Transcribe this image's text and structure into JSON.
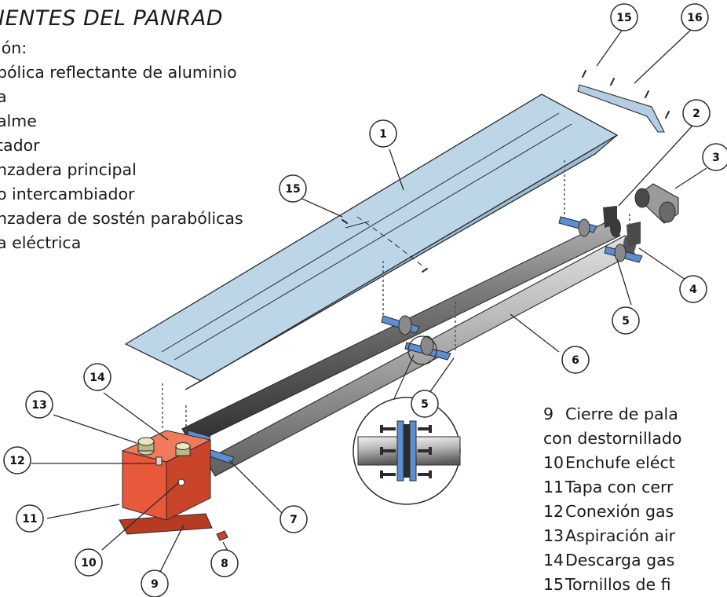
{
  "title": "ONENTES DEL PANRAD",
  "legend_left": [
    "ión:",
    "bólica reflectante de aluminio",
    "a",
    "alme",
    "tador",
    "nzadera principal",
    "o intercambiador",
    "nzadera de sostén parabólicas",
    "a eléctrica"
  ],
  "legend_right": [
    {
      "num": "9",
      "text": "Cierre de pala"
    },
    {
      "num": "",
      "text": "con destornillado"
    },
    {
      "num": "10",
      "text": "Enchufe eléct"
    },
    {
      "num": "11",
      "text": "Tapa con cerr"
    },
    {
      "num": "12",
      "text": "Conexión gas"
    },
    {
      "num": "13",
      "text": "Aspiración air"
    },
    {
      "num": "14",
      "text": "Descarga gas"
    },
    {
      "num": "15",
      "text": "Tornillos de fi"
    }
  ],
  "callouts": [
    "1",
    "2",
    "3",
    "4",
    "5",
    "5",
    "6",
    "7",
    "8",
    "9",
    "10",
    "11",
    "12",
    "13",
    "14",
    "15",
    "15",
    "16"
  ],
  "colors": {
    "reflector": "#b9d3e6",
    "reflector_dark": "#8fb3cf",
    "burner": "#e8583a",
    "burner_dark": "#b73b22",
    "tube_light": "#d8d8d8",
    "tube_dark": "#6e6e6e",
    "clamp": "#5b8fd1"
  }
}
